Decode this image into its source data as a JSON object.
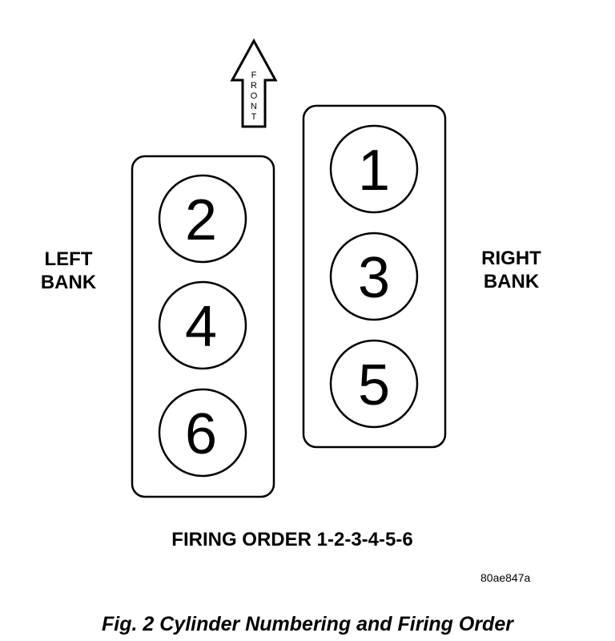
{
  "front_arrow": {
    "letters": [
      "F",
      "R",
      "O",
      "N",
      "T"
    ]
  },
  "left_bank": {
    "line1": "LEFT",
    "line2": "BANK",
    "cylinders": [
      "2",
      "4",
      "6"
    ]
  },
  "right_bank": {
    "line1": "RIGHT",
    "line2": "BANK",
    "cylinders": [
      "1",
      "3",
      "5"
    ]
  },
  "firing_order": "FIRING ORDER 1-2-3-4-5-6",
  "figure_code": "80ae847a",
  "caption": "Fig. 2 Cylinder Numbering and Firing Order"
}
